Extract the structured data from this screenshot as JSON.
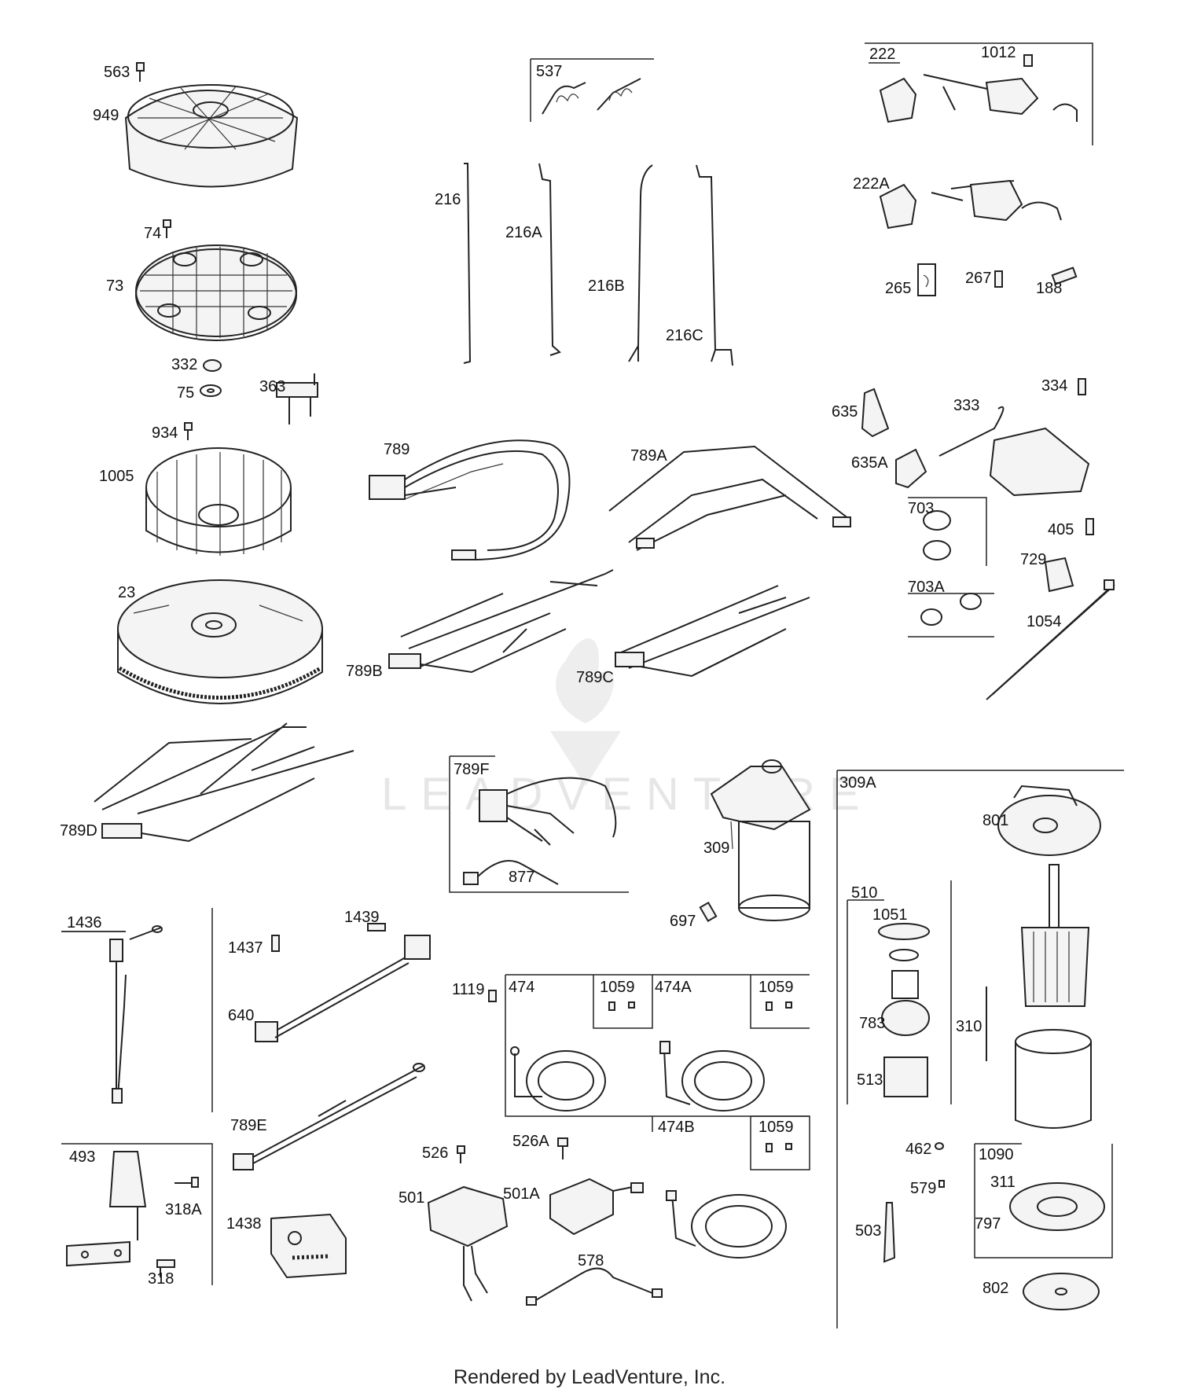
{
  "footer": "Rendered by LeadVenture, Inc.",
  "watermark": "LEADVENTURE",
  "labels": {
    "l563": "563",
    "l949": "949",
    "l74": "74",
    "l73": "73",
    "l332": "332",
    "l75": "75",
    "l363": "363",
    "l934": "934",
    "l1005": "1005",
    "l23": "23",
    "l789D": "789D",
    "l537": "537",
    "l216": "216",
    "l216A": "216A",
    "l216B": "216B",
    "l216C": "216C",
    "l222": "222",
    "l1012": "1012",
    "l222A": "222A",
    "l265": "265",
    "l267": "267",
    "l188": "188",
    "l334": "334",
    "l635": "635",
    "l333": "333",
    "l635A": "635A",
    "l703": "703",
    "l405": "405",
    "l729": "729",
    "l703A": "703A",
    "l1054": "1054",
    "l789": "789",
    "l789A": "789A",
    "l789B": "789B",
    "l789C": "789C",
    "l789F": "789F",
    "l877": "877",
    "l309": "309",
    "l697": "697",
    "l309A": "309A",
    "l801": "801",
    "l510": "510",
    "l1051": "1051",
    "l783": "783",
    "l513": "513",
    "l310": "310",
    "l462": "462",
    "l579": "579",
    "l1090": "1090",
    "l311": "311",
    "l797": "797",
    "l503": "503",
    "l802": "802",
    "l1436": "1436",
    "l1437": "1437",
    "l1439": "1439",
    "l640": "640",
    "l789E": "789E",
    "l1438": "1438",
    "l493": "493",
    "l318A": "318A",
    "l318": "318",
    "l1119": "1119",
    "l474": "474",
    "l1059a": "1059",
    "l474A": "474A",
    "l1059b": "1059",
    "l474B": "474B",
    "l1059c": "1059",
    "l526": "526",
    "l526A": "526A",
    "l501": "501",
    "l501A": "501A",
    "l578": "578"
  }
}
